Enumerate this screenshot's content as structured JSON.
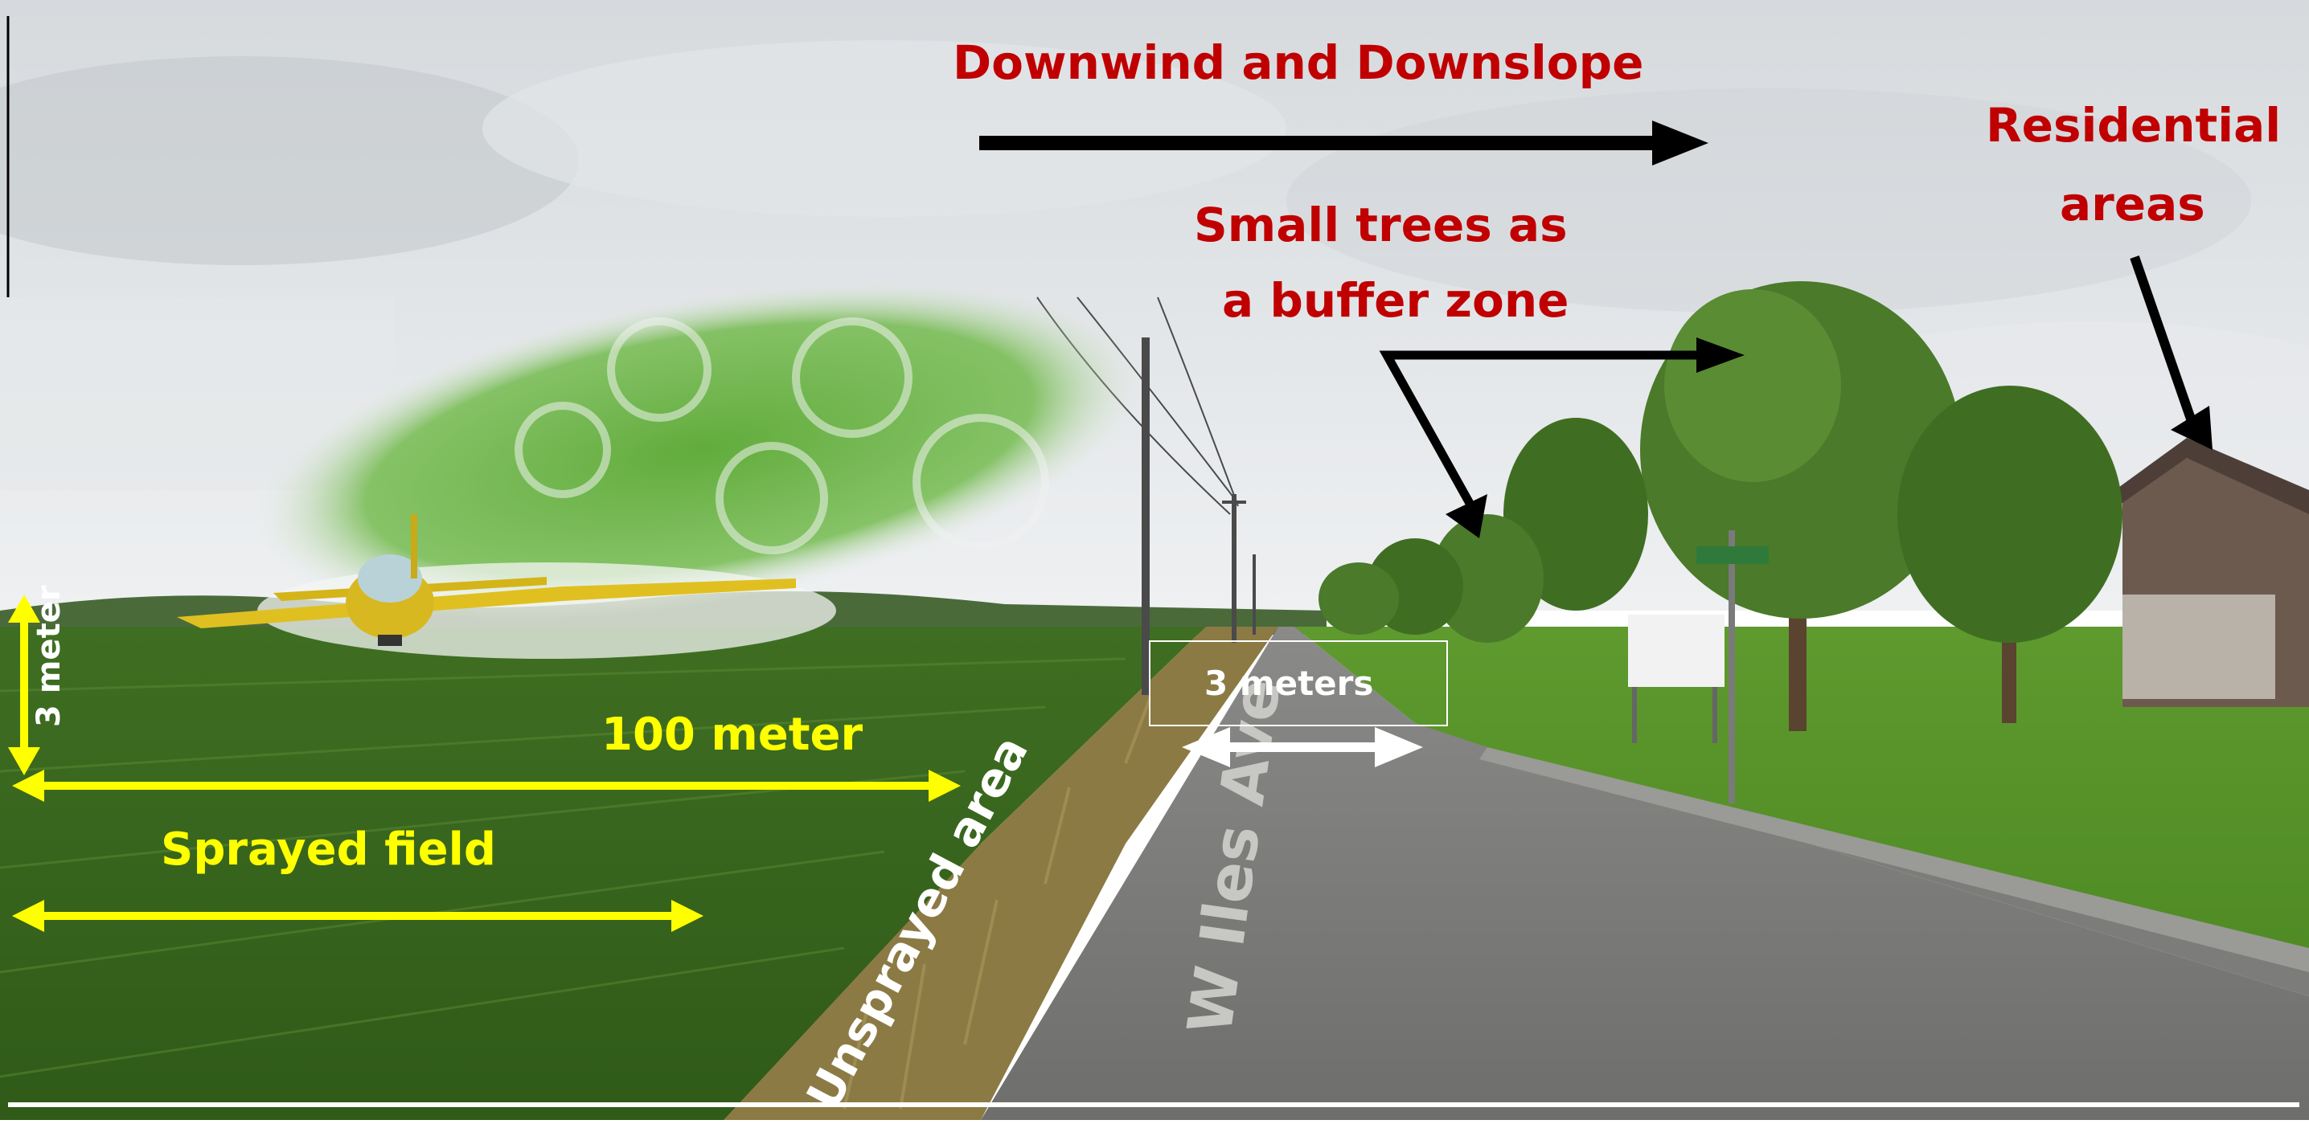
{
  "labels": {
    "direction": "Downwind and Downslope",
    "residential_line1": "Residential",
    "residential_line2": "areas",
    "trees_line1": "Small trees as",
    "trees_line2": "a buffer zone",
    "road_width": "3 meters",
    "height": "3 meter",
    "field_length": "100 meter",
    "sprayed_field": "Sprayed field",
    "unsprayed_area": "Unsprayed area",
    "street_marking": "W Iles Ave"
  },
  "colors": {
    "annotation_red": "#c00000",
    "annotation_yellow": "#ffff00",
    "arrow_black": "#000000",
    "arrow_white": "#ffffff"
  }
}
